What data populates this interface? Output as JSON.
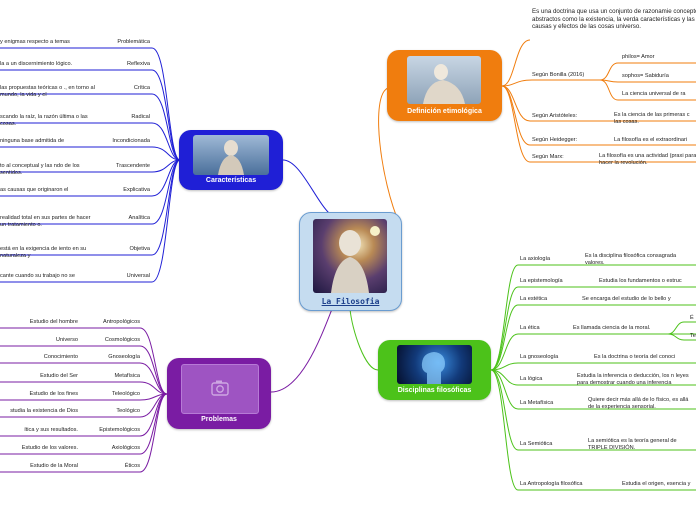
{
  "center": {
    "title": "La Filosofia"
  },
  "colors": {
    "center": "#c5dcf0",
    "caracteristicas": "#1f1fd6",
    "definicion": "#f07d0e",
    "problemas": "#7a1ca3",
    "disciplinas": "#4cc21a"
  },
  "caracteristicas": {
    "title": "Características",
    "items": [
      {
        "label": "Problemática",
        "desc": "y enigmas respecto a temas"
      },
      {
        "label": "Reflexiva",
        "desc": "la a un discernimiento lógico."
      },
      {
        "label": "Crítica",
        "desc": "las propuestas teóricas o ., en torno al mundo, la vida y el"
      },
      {
        "label": "Radical",
        "desc": "scando la raíz, la razón última o las cosas."
      },
      {
        "label": "Incondicionada",
        "desc": "ninguna base admitida de"
      },
      {
        "label": "Trascendente",
        "desc": "to al conceptual y las ndo de los sentidos."
      },
      {
        "label": "Explicativa",
        "desc": "as causas que originaron el"
      },
      {
        "label": "Analítica",
        "desc": "realidad total en sus partes de hacer un tratamiento o."
      },
      {
        "label": "Objetiva",
        "desc": "está en la exigencia de iento en su naturaleza y"
      },
      {
        "label": "Universal",
        "desc": "cante cuando su trabajo no se"
      }
    ]
  },
  "definicion": {
    "title": "Definición etimológica",
    "top_text": "Es una doctrina que usa un conjunto de razonamie conceptos abstractos como la existencia, la verda características y las causas y efectos de las cosas universo.",
    "bonilla_label": "Según Bonilla (2016)",
    "bonilla_items": [
      "philos= Amor",
      "sophos= Sabiduría",
      "La ciencia universal de ra"
    ],
    "rows": [
      {
        "label": "Según Aristóteles:",
        "text": "Es la ciencia de las primeras c las cosas."
      },
      {
        "label": "Según Heidegger:",
        "text": "La filosofía es el extraordinari"
      },
      {
        "label": "Según Marx:",
        "text": "La filosofía es una actividad (praxi para hacer la revolución."
      }
    ]
  },
  "problemas": {
    "title": "Problemas",
    "items": [
      {
        "label": "Antropológicos",
        "desc": "Estudio del hombre"
      },
      {
        "label": "Cosmológicos",
        "desc": "Universo"
      },
      {
        "label": "Gnoseología",
        "desc": "Conocimiento"
      },
      {
        "label": "Metafísica",
        "desc": "Estudio del Ser"
      },
      {
        "label": "Teleológico",
        "desc": "Estudio de los fines"
      },
      {
        "label": "Teológico",
        "desc": "studia la existencia de Dios"
      },
      {
        "label": "Epistemológicos",
        "desc": "ítica y sus resultados."
      },
      {
        "label": "Axiológicos",
        "desc": "Estudio de los valores."
      },
      {
        "label": "Éticos",
        "desc": "Estudio de la Moral"
      }
    ]
  },
  "disciplinas": {
    "title": "Disciplinas filosóficas",
    "items": [
      {
        "label": "La axiología",
        "desc": "Es la disciplina filosófica consagrada valores."
      },
      {
        "label": "La epistemología",
        "desc": "Estudia los fundamentos o estruc"
      },
      {
        "label": "La estética",
        "desc": "Se encarga del estudio de lo bello y"
      },
      {
        "label": "La ética",
        "desc": "Es llamada ciencia de la moral."
      },
      {
        "label": "La gnoseología",
        "desc": "Es la doctrina o teoría del conoci"
      },
      {
        "label": "La lógica",
        "desc": "Estudia la inferencia o deducción, los n leyes para demostrar cuando una inferencia"
      },
      {
        "label": "La Metafísica",
        "desc": "Quiere decir más allá de lo físico, es allá de la experiencia sensorial."
      },
      {
        "label": "La Semiótica",
        "desc": "La semiótica es la teoría general de TRIPLE DIVISIÓN."
      },
      {
        "label": "La Antropología filosófica",
        "desc": "Estudia el origen, esencia y"
      }
    ],
    "etica_sub": [
      "É",
      "Te"
    ]
  }
}
